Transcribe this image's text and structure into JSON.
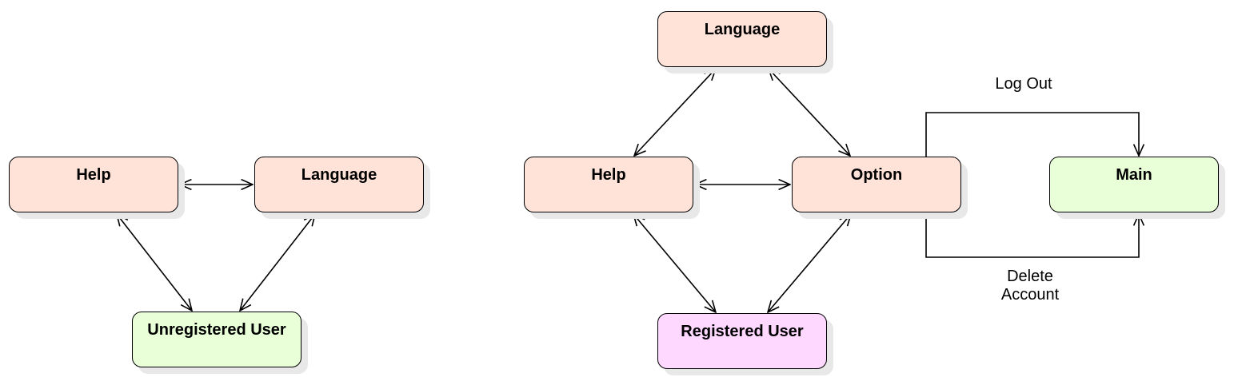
{
  "colors": {
    "peach": "#ffe2d8",
    "green": "#e8ffd8",
    "pink": "#ffd8ff",
    "stroke": "#000000"
  },
  "left": {
    "help": "Help",
    "language": "Language",
    "user": "Unregistered User"
  },
  "right": {
    "language": "Language",
    "help": "Help",
    "option": "Option",
    "main": "Main",
    "user": "Registered User"
  },
  "edges": {
    "logout": "Log Out",
    "delete_line1": "Delete",
    "delete_line2": "Account"
  }
}
